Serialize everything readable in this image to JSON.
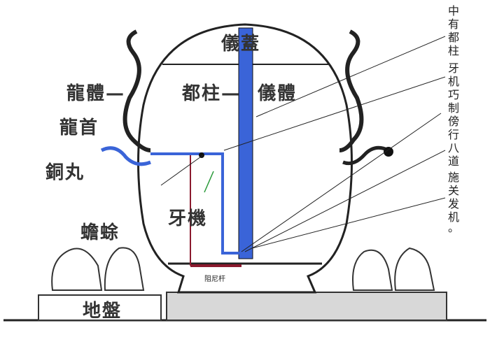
{
  "labels": {
    "lid": "儀蓋",
    "dragon_body": "龍體—",
    "pillar": "都柱—",
    "vessel_body": "儀體",
    "dragon_head": "龍首",
    "bronze_ball": "銅丸",
    "tooth_mechanism": "牙機",
    "toad": "蟾蜍",
    "base": "地盤",
    "damper": "阻尼杆"
  },
  "annotations": [
    "中有都柱",
    "牙机巧制",
    "傍行八道",
    "施关发机",
    "。"
  ],
  "colors": {
    "pillar": "#3a64d8",
    "damper": "#8b1a2e",
    "ink": "#222222"
  }
}
